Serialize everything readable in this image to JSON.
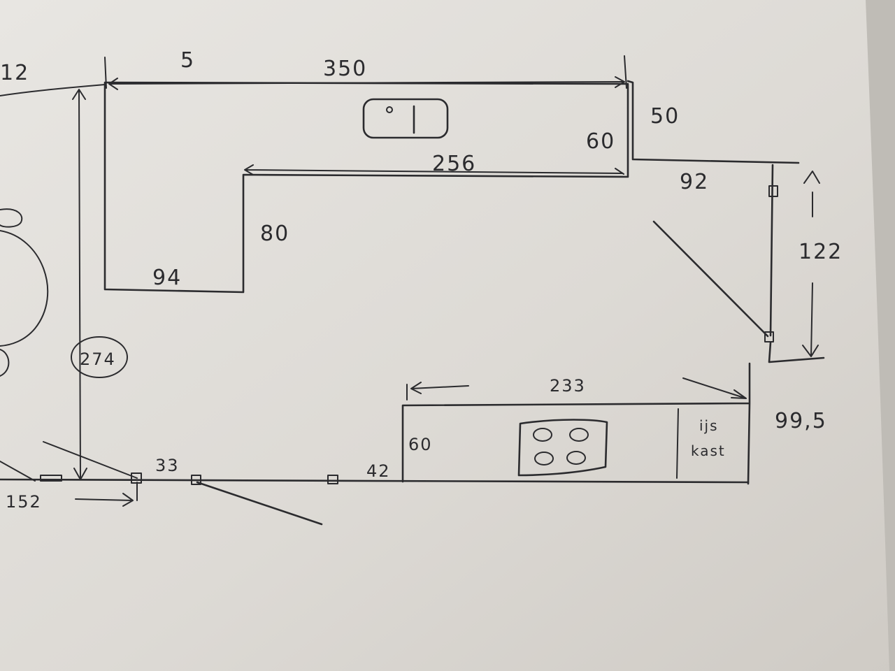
{
  "plan": {
    "dimensions": {
      "top_left_partial": "12",
      "scribble": "5",
      "top_width": "350",
      "right_step": "50",
      "inner_depth": "60",
      "inner_width": "256",
      "right_top_width": "92",
      "vertical_step": "80",
      "bottom_left": "94",
      "right_height": "122",
      "total_height": "274",
      "counter_width": "233",
      "right_gap": "99,5",
      "counter_depth": "60",
      "wall_segment_a": "33",
      "wall_segment_b": "42",
      "bottom_left_width": "152"
    },
    "labels": {
      "fridge_line1": "ijs",
      "fridge_line2": "kast"
    }
  }
}
